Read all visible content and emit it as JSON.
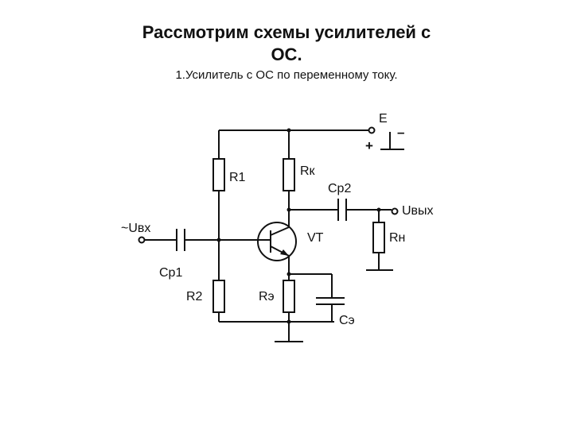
{
  "title": {
    "line1": "Рассмотрим схемы усилителей с",
    "line2": "ОС."
  },
  "subtitle": "1.Усилитель с ОС по переменному току.",
  "labels": {
    "E": "E",
    "plus": "+",
    "minus": "–",
    "R1": "R1",
    "Rk": "Rк",
    "Cp2": "Cp2",
    "Uout": "Uвых",
    "Uin": "~Uвх",
    "VT": "VT",
    "Rn": "Rн",
    "Cp1": "Cp1",
    "R2": "R2",
    "Re": "Rэ",
    "Ce": "Cэ"
  }
}
